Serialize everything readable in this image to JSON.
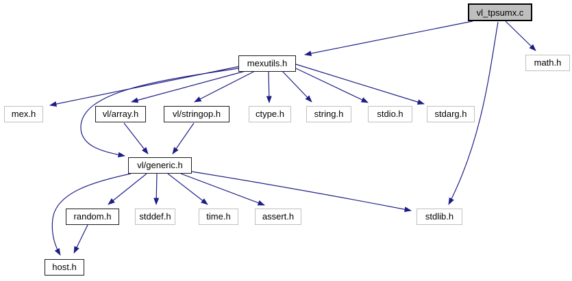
{
  "graph": {
    "title": "vl_tpsumx.c include dependency graph",
    "edge_color": "#1d1d86",
    "main_node_fill": "#bfbfbf",
    "nodes": [
      {
        "label": "vl_tpsumx.c",
        "kind": "main"
      },
      {
        "label": "math.h",
        "kind": "external"
      },
      {
        "label": "mexutils.h",
        "kind": "documented"
      },
      {
        "label": "mex.h",
        "kind": "external"
      },
      {
        "label": "vl/array.h",
        "kind": "documented"
      },
      {
        "label": "vl/stringop.h",
        "kind": "documented"
      },
      {
        "label": "ctype.h",
        "kind": "external"
      },
      {
        "label": "string.h",
        "kind": "external"
      },
      {
        "label": "stdio.h",
        "kind": "external"
      },
      {
        "label": "stdarg.h",
        "kind": "external"
      },
      {
        "label": "vl/generic.h",
        "kind": "documented"
      },
      {
        "label": "random.h",
        "kind": "documented"
      },
      {
        "label": "stddef.h",
        "kind": "external"
      },
      {
        "label": "time.h",
        "kind": "external"
      },
      {
        "label": "assert.h",
        "kind": "external"
      },
      {
        "label": "stdlib.h",
        "kind": "external"
      },
      {
        "label": "host.h",
        "kind": "documented"
      }
    ],
    "edges": [
      {
        "from": "vl_tpsumx.c",
        "to": "mexutils.h"
      },
      {
        "from": "vl_tpsumx.c",
        "to": "math.h"
      },
      {
        "from": "vl_tpsumx.c",
        "to": "stdlib.h"
      },
      {
        "from": "mexutils.h",
        "to": "mex.h"
      },
      {
        "from": "mexutils.h",
        "to": "vl/array.h"
      },
      {
        "from": "mexutils.h",
        "to": "vl/stringop.h"
      },
      {
        "from": "mexutils.h",
        "to": "ctype.h"
      },
      {
        "from": "mexutils.h",
        "to": "string.h"
      },
      {
        "from": "mexutils.h",
        "to": "stdio.h"
      },
      {
        "from": "mexutils.h",
        "to": "stdarg.h"
      },
      {
        "from": "mexutils.h",
        "to": "vl/generic.h"
      },
      {
        "from": "vl/array.h",
        "to": "vl/generic.h"
      },
      {
        "from": "vl/stringop.h",
        "to": "vl/generic.h"
      },
      {
        "from": "vl/generic.h",
        "to": "random.h"
      },
      {
        "from": "vl/generic.h",
        "to": "stddef.h"
      },
      {
        "from": "vl/generic.h",
        "to": "time.h"
      },
      {
        "from": "vl/generic.h",
        "to": "assert.h"
      },
      {
        "from": "vl/generic.h",
        "to": "stdlib.h"
      },
      {
        "from": "vl/generic.h",
        "to": "host.h"
      },
      {
        "from": "random.h",
        "to": "host.h"
      }
    ]
  }
}
